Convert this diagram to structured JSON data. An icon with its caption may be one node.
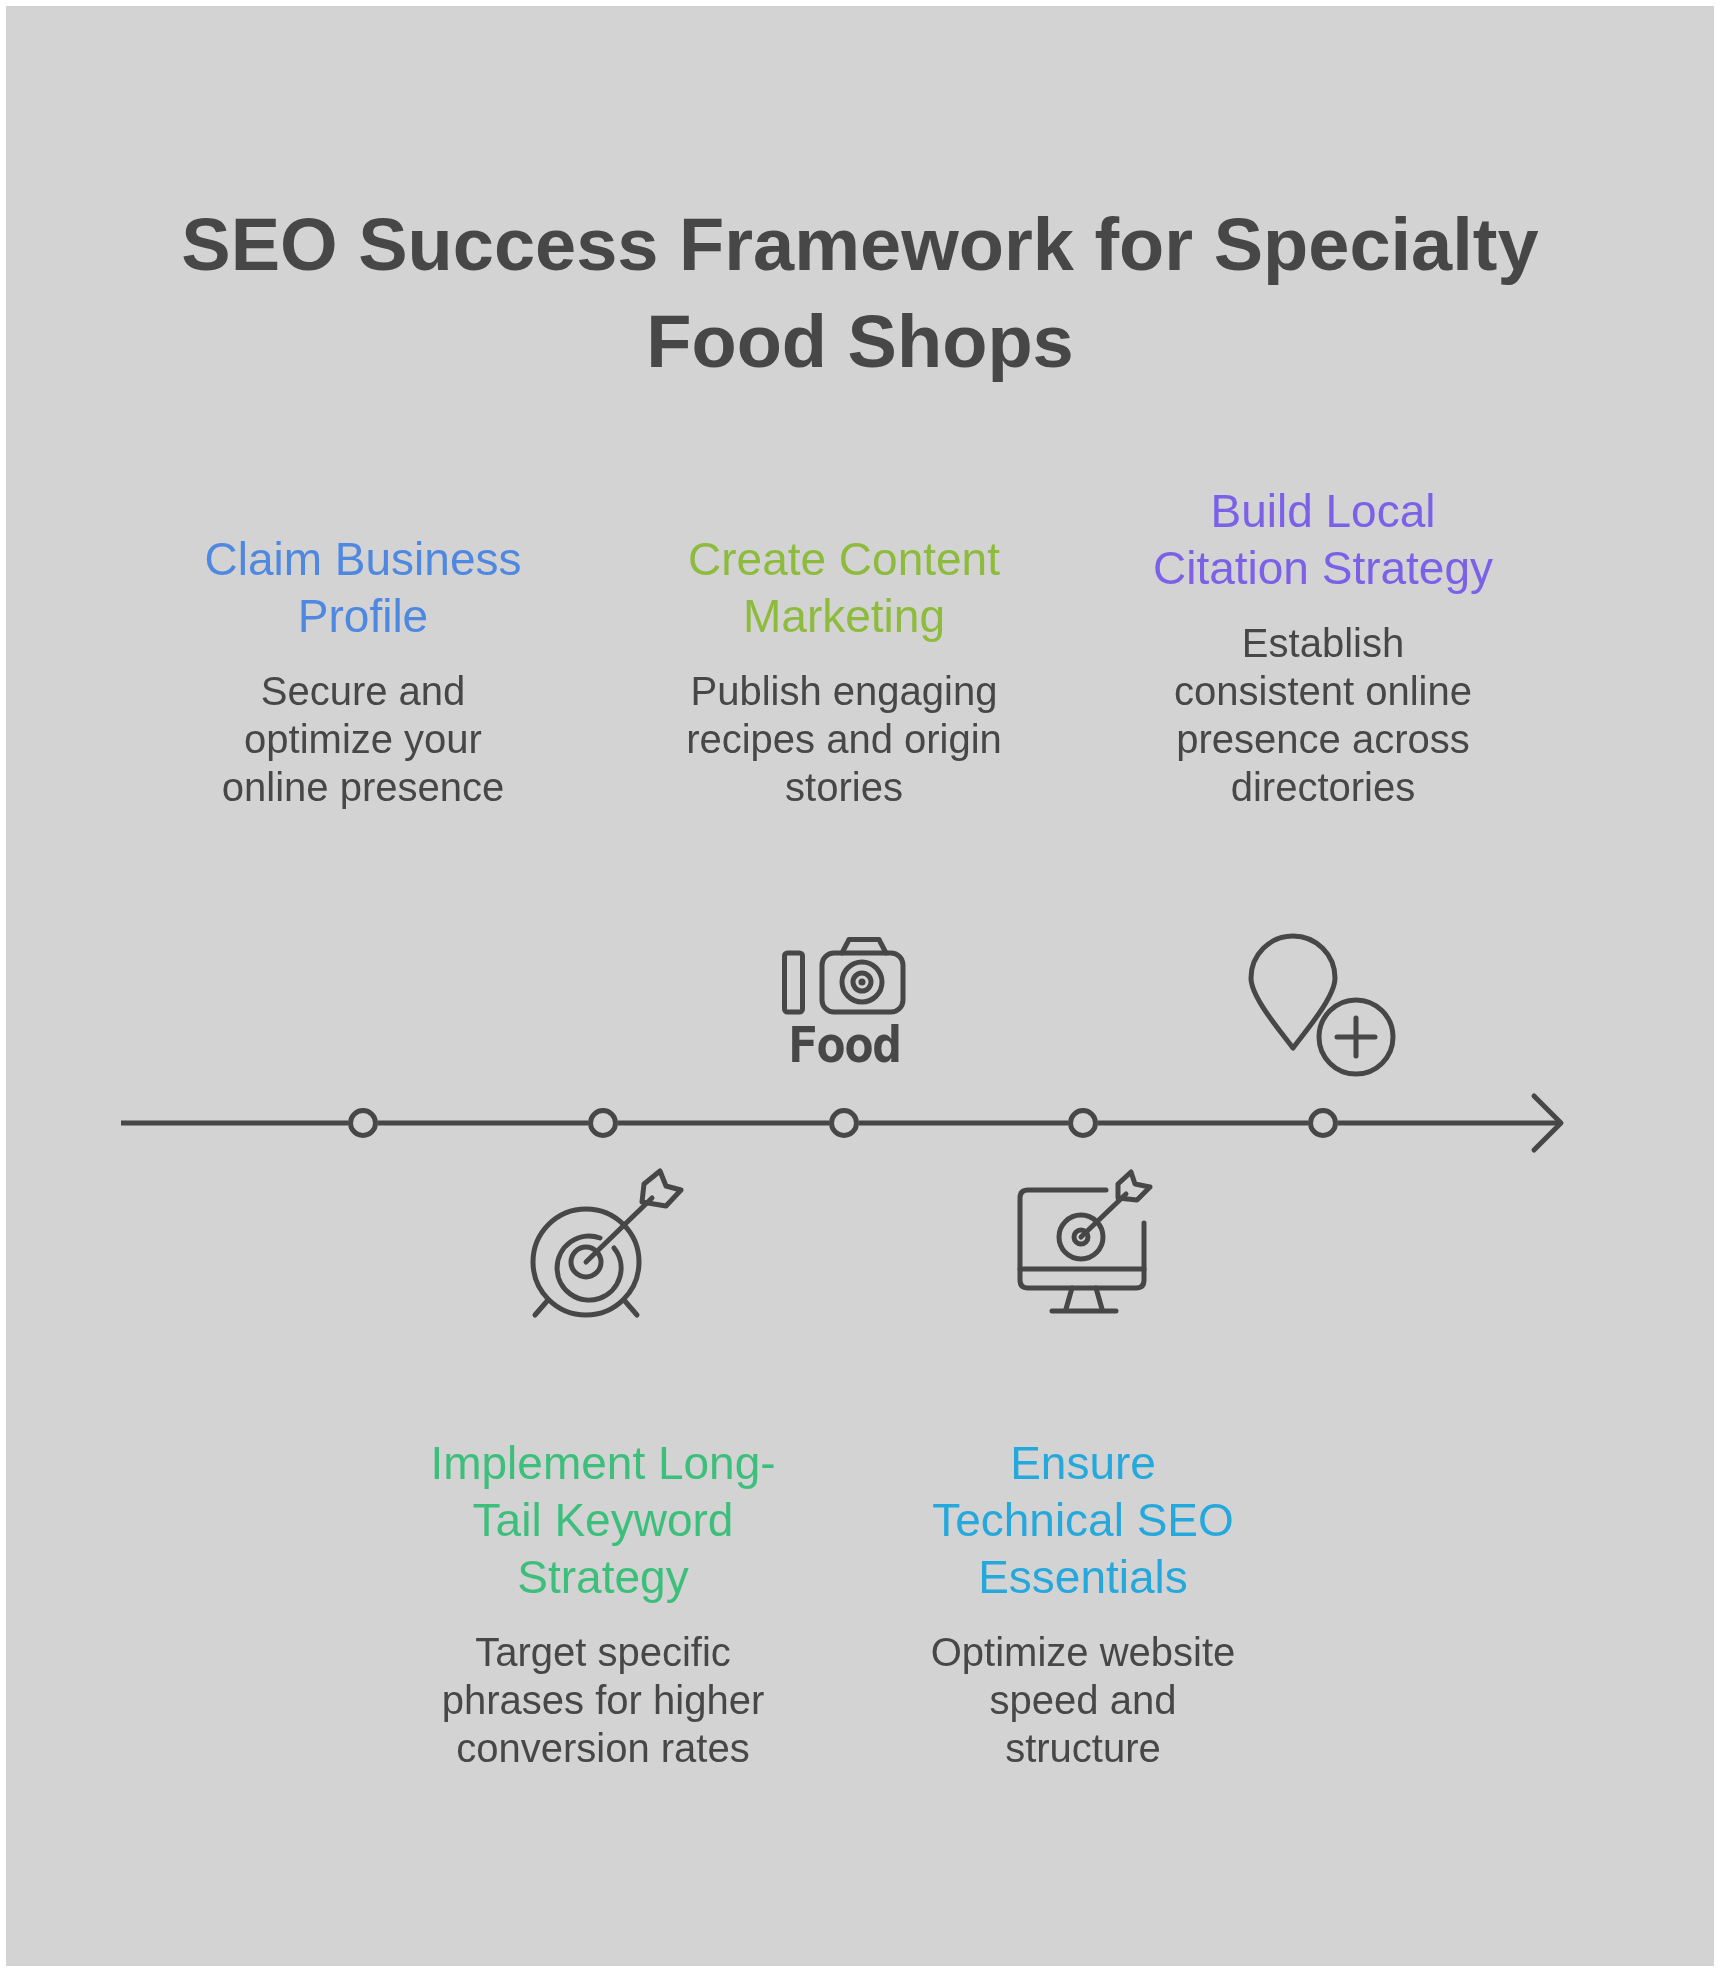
{
  "diagram": {
    "title": "SEO Success Framework for Specialty Food Shops",
    "nodes": [
      {
        "text": [
          "Claim Business Profile",
          "Secure and optimize your online presence"
        ]
      },
      {
        "text": [
          "Implement Long-Tail Keyword Strategy",
          "Target specific phrases for higher conversion rates"
        ]
      },
      {
        "text": [
          "Create Content Marketing",
          "Publish engaging recipes and origin stories"
        ]
      },
      {
        "text": [
          "Ensure Technical SEO Essentials",
          "Optimize website speed and structure"
        ]
      },
      {
        "text": [
          "Build Local Citation Strategy",
          "Establish consistent online presence across directories"
        ]
      },
      {
        "text": [],
        "shape": "circle"
      },
      {
        "text": [],
        "shape": "circle"
      },
      {
        "text": [],
        "shape": "circle"
      },
      {
        "text": [],
        "shape": "circle"
      },
      {
        "text": [],
        "shape": "circle"
      }
    ],
    "edges": [
      {
        "from": null,
        "to": 5,
        "arrow": "none"
      },
      {
        "from": 5,
        "to": 6,
        "arrow": "none"
      },
      {
        "from": 6,
        "to": 7,
        "arrow": "none"
      },
      {
        "from": 7,
        "to": 8,
        "arrow": "none"
      },
      {
        "from": 8,
        "to": 9,
        "arrow": "none"
      },
      {
        "from": 9,
        "to": null,
        "arrow": "to"
      }
    ],
    "labels": [
      "Food"
    ]
  }
}
